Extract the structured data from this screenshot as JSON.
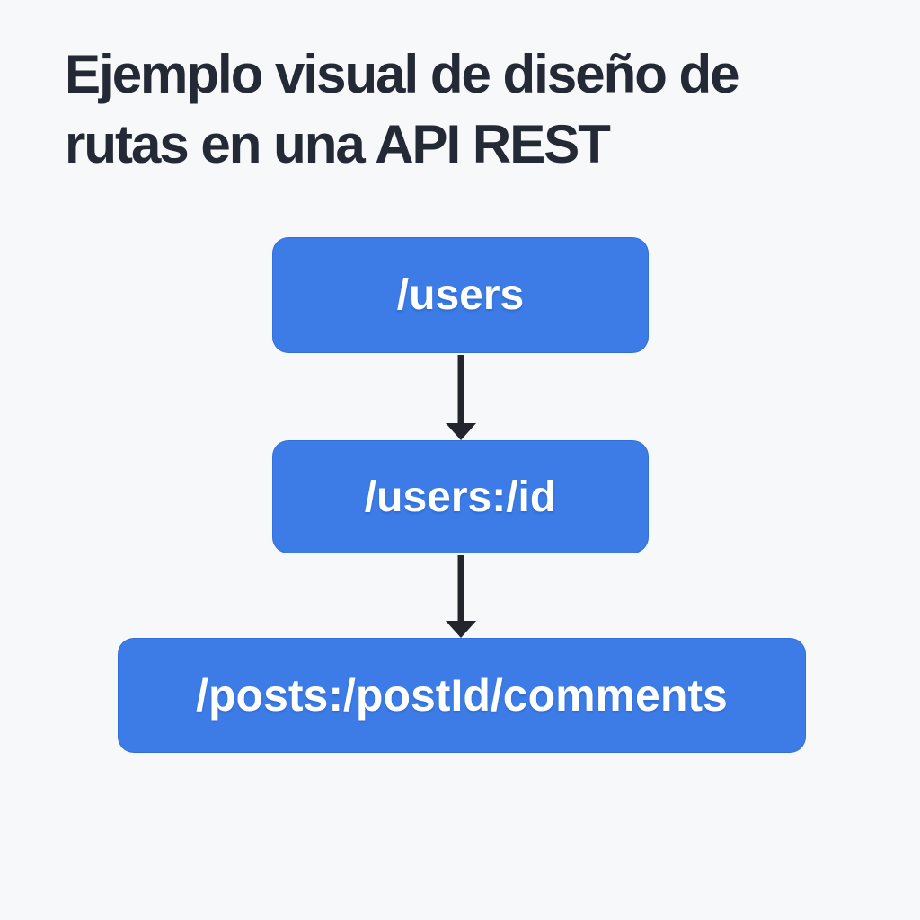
{
  "header": {
    "title": "Ejemplo visual de diseño de rutas en una API REST",
    "title_line1": "Ejemplo visual de diseño de",
    "title_line2": "rutas en una API REST"
  },
  "diagram": {
    "type": "flowchart",
    "direction": "top-down",
    "nodes": [
      {
        "label": "/users"
      },
      {
        "label": "/users:/id"
      },
      {
        "label": "/posts:/postId/comments"
      }
    ],
    "edges": [
      {
        "from": "/users",
        "to": "/users:/id",
        "style": "arrow-down"
      },
      {
        "from": "/users:/id",
        "to": "/posts:/postId/comments",
        "style": "arrow-down"
      }
    ]
  },
  "colors": {
    "background": "#f7f8f9",
    "node_fill": "#3d7ce6",
    "node_text": "#ffffff",
    "title_text": "#242936",
    "arrow": "#22252b"
  }
}
